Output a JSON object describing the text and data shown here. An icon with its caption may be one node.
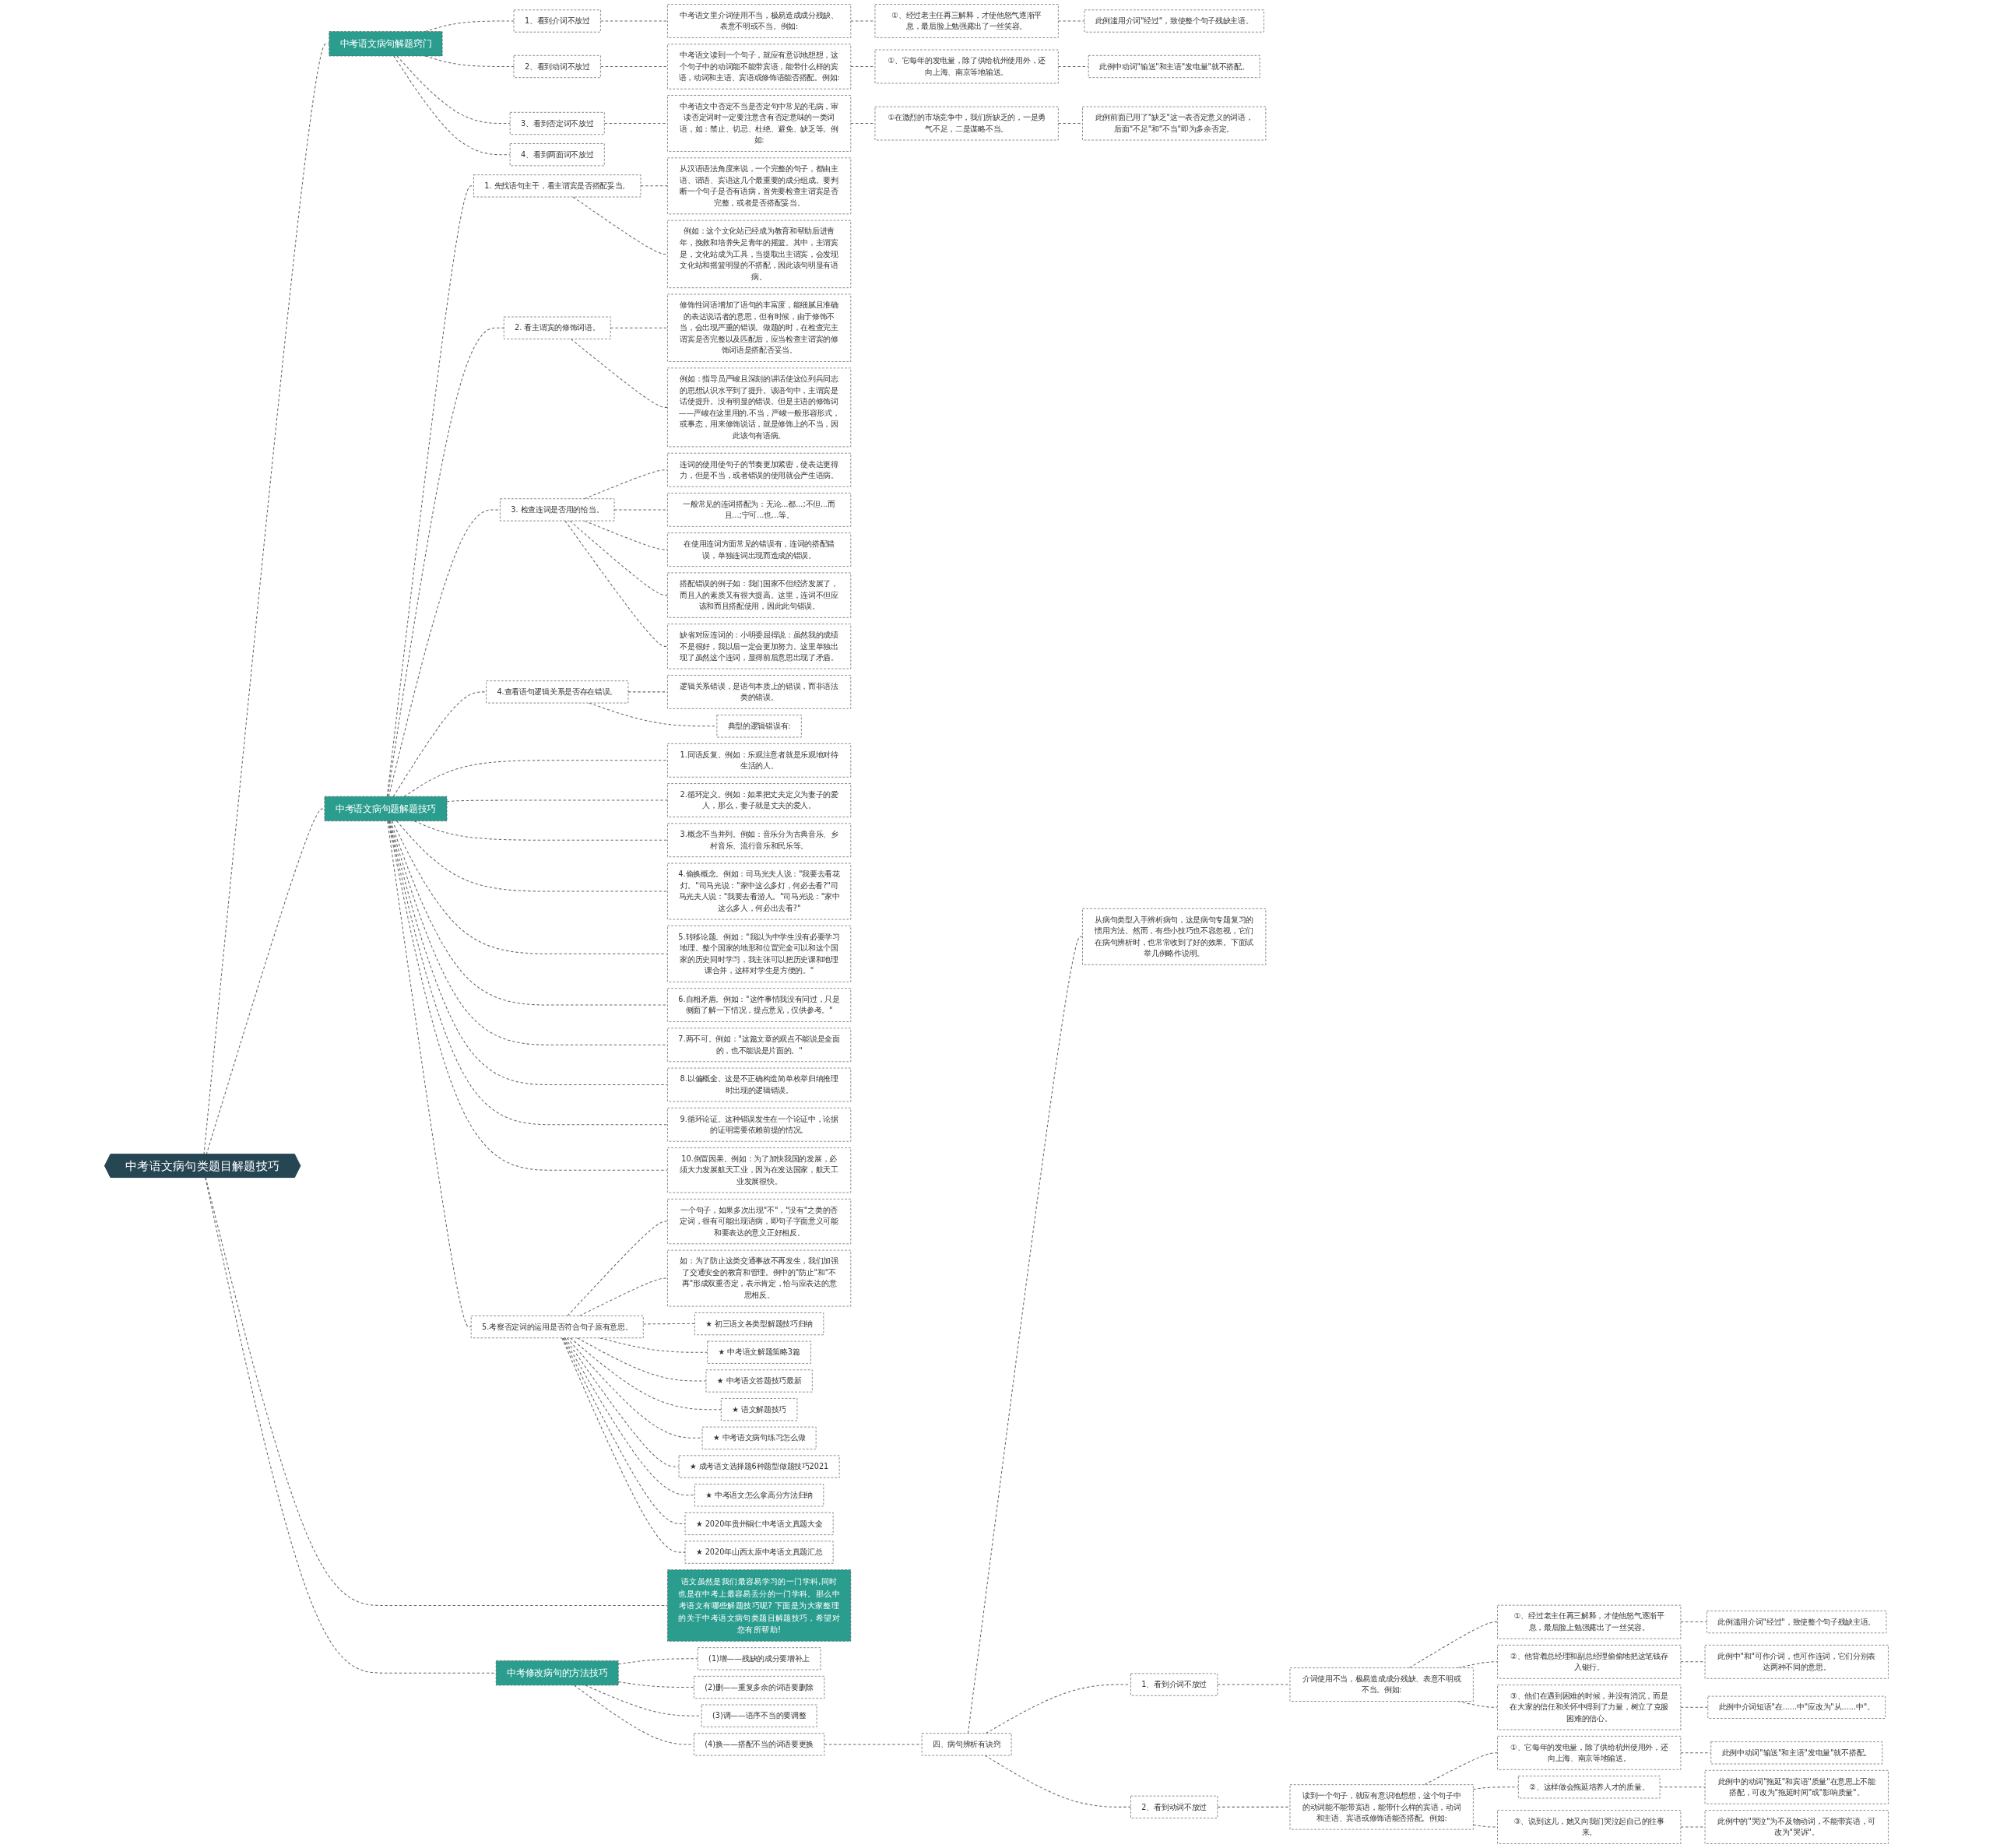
{
  "diagram": {
    "nodes": [
      {
        "text": [
          "中考语文病句类题目解题技巧"
        ]
      },
      {
        "text": [
          "中考语文病句解题窍门"
        ]
      },
      {
        "text": [
          "1、看到介词不放过"
        ]
      },
      {
        "text": [
          "中考语文里介词使用不当，极易造成成分残缺、表意不明或不当。例如:"
        ]
      },
      {
        "text": [
          "①、经过老主任再三解释，才使他怒气逐渐平息，最后脸上勉强露出了一丝笑容。"
        ]
      },
      {
        "text": [
          "此例滥用介词\"经过\"，致使整个句子残缺主语。"
        ]
      },
      {
        "text": [
          "2、看到动词不放过"
        ]
      },
      {
        "text": [
          "中考语文读到一个句子，就应有意识地想想，这个句子中的动词能不能带宾语，能带什么样的宾语，动词和主语、宾语或修饰语能否搭配。例如:"
        ]
      },
      {
        "text": [
          "①、它每年的发电量，除了供给杭州使用外，还向上海、南京等地输送。"
        ]
      },
      {
        "text": [
          "此例中动词\"输送\"和主语\"发电量\"就不搭配。"
        ]
      },
      {
        "text": [
          "3、看到否定词不放过"
        ]
      },
      {
        "text": [
          "中考语文中否定不当是否定句中常见的毛病，审读否定词时一定要注意含有否定意味的一类词语，如：禁止、切忌、杜绝、避免、缺乏等。例如:"
        ]
      },
      {
        "text": [
          "①在激烈的市场竞争中，我们所缺乏的，一是勇气不足，二是谋略不当。"
        ]
      },
      {
        "text": [
          "此例前面已用了\"缺乏\"这一表否定意义的词语，后面\"不足\"和\"不当\"即为多余否定。"
        ]
      },
      {
        "text": [
          "4、看到两面词不放过"
        ]
      },
      {
        "text": [
          "中考语文病句题解题技巧"
        ]
      },
      {
        "text": [
          "1. 先找语句主干，看主谓宾是否搭配妥当。"
        ]
      },
      {
        "text": [
          "从汉语语法角度来说，一个完整的句子，都由主语、谓语、宾语这几个最重要的成分组成。要判断一个句子是否有语病，首先要检查主谓宾是否完整，或者是否搭配妥当。"
        ]
      },
      {
        "text": [
          "例如：这个文化站已经成为教育和帮助后进青年，挽救和培养失足青年的摇篮。其中，主谓宾是，文化站成为工具，当提取出主谓宾，会发现文化站和摇篮明显的不搭配，因此该句明显有语病。"
        ]
      },
      {
        "text": [
          "2. 看主谓宾的修饰词语。"
        ]
      },
      {
        "text": [
          "修饰性词语增加了语句的丰富度，能细腻且准确的表达说话者的意思，但有时候，由于修饰不当，会出现严重的错误。做题的时，在检查完主谓宾是否完整以及匹配后，应当检查主谓宾的修饰词语是搭配否妥当。"
        ]
      },
      {
        "text": [
          "例如：指导员严峻且深刻的讲话使这位列兵同志的思想认识水平到了提升。该语句中，主谓宾是话使提升。没有明显的错误。但是主语的修饰词——严峻在这里用的.不当，严峻一般形容形式，或事态，用来修饰说话，就是修饰上的不当，因此该句有语病。"
        ]
      },
      {
        "text": [
          "3. 检查连词是否用的恰当。"
        ]
      },
      {
        "text": [
          "连词的使用使句子的节奏更加紧密，使表达更得力，但是不当，或者错误的使用就会产生语病。"
        ]
      },
      {
        "text": [
          "一般常见的连词搭配为：无论...都...;不但...而且...;宁可...也...等。"
        ]
      },
      {
        "text": [
          "在使用连词方面常见的错误有，连词的搭配错误，单独连词出现而造成的错误。"
        ]
      },
      {
        "text": [
          "搭配错误的例子如：我们国家不但经济发展了，而且人的素质又有很大提高。这里，连词不但应该和而且搭配使用，因此此句错误。"
        ]
      },
      {
        "text": [
          "缺省对应连词的：小明委屈得说：虽然我的成绩不是很好，我以后一定会更加努力。这里单独出现了虽然这个连词，显得前后意思出现了矛盾。"
        ]
      },
      {
        "text": [
          "4.查看语句逻辑关系是否存在错误。"
        ]
      },
      {
        "text": [
          "逻辑关系错误，是语句本质上的错误，而非语法类的错误。"
        ]
      },
      {
        "text": [
          "典型的逻辑错误有:"
        ]
      },
      {
        "text": [
          "1.同语反复。例如：乐观注意者就是乐观地对待生活的人。"
        ]
      },
      {
        "text": [
          "2.循环定义。例如：如果把丈夫定义为妻子的爱人，那么，妻子就是丈夫的爱人。"
        ]
      },
      {
        "text": [
          "3.概念不当并列。例如：音乐分为古典音乐、乡村音乐、流行音乐和民乐等。"
        ]
      },
      {
        "text": [
          "4.偷换概念。例如：司马光夫人说：\"我要去看花灯。\"司马光说：\"家中这么多灯，何必去看?\"司马光夫人说：\"我要去看游人。\"司马光说：\"家中这么多人，何必出去看?\""
        ]
      },
      {
        "text": [
          "5.转移论题。例如：\"我以为中学生没有必要学习地理。整个国家的地形和位置完全可以和这个国家的历史同时学习，我主张可以把历史课和地理课合并，这样对学生是方便的。\""
        ]
      },
      {
        "text": [
          "6.自相矛盾。例如：\"这件事情我没有问过，只是侧面了解一下情况，提点意见，仅供参考。\""
        ]
      },
      {
        "text": [
          "7.两不可。例如：\"这篇文章的观点不能说是全面的，也不能说是片面的。\""
        ]
      },
      {
        "text": [
          "8.以偏概全。这是不正确构造简单枚举归纳推理时出现的逻辑错误。"
        ]
      },
      {
        "text": [
          "9.循环论证。这种错误发生在一个论证中，论据的证明需要依赖前提的情况。"
        ]
      },
      {
        "text": [
          "10.倒置因果。例如：为了加快我国的发展，必须大力发展航天工业，因为在发达国家，航天工业发展很快。"
        ]
      },
      {
        "text": [
          "5.考察否定词的运用是否符合句子原有意思。"
        ]
      },
      {
        "text": [
          "一个句子，如果多次出现\"不\"，\"没有\"之类的否定词，很有可能出现语病，即句子字面意义可能和要表达的意义正好相反。"
        ]
      },
      {
        "text": [
          "如：为了防止这类交通事故不再发生，我们加强了交通安全的教育和管理。例中的\"防止\"和\"不再\"形成双重否定，表示肯定，恰与应表达的意思相反。"
        ]
      },
      {
        "text": [
          "★ 初三语文各类型解题技巧归纳"
        ]
      },
      {
        "text": [
          "★ 中考语文解题策略3篇"
        ]
      },
      {
        "text": [
          "★ 中考语文答题技巧最新"
        ]
      },
      {
        "text": [
          "★ 语文解题技巧"
        ]
      },
      {
        "text": [
          "★ 中考语文病句练习怎么做"
        ]
      },
      {
        "text": [
          "★ 成考语文选择题6种题型做题技巧2021"
        ]
      },
      {
        "text": [
          "★ 中考语文怎么拿高分方法归纳"
        ]
      },
      {
        "text": [
          "★ 2020年贵州铜仁中考语文真题大全"
        ]
      },
      {
        "text": [
          "★ 2020年山西太原中考语文真题汇总"
        ]
      },
      {
        "text": [
          "语文虽然是我们最容易学习的一门学科,同时也是在中考上最容易丢分的一门学科。那么中考语文有哪些解题技巧呢? 下面是为大家整理的关于中考语文病句类题目解题技巧，希望对您有所帮助!"
        ]
      },
      {
        "text": [
          "中考修改病句的方法技巧"
        ]
      },
      {
        "text": [
          "(1)增——残缺的成分要增补上"
        ]
      },
      {
        "text": [
          "(2)删——重复多余的词语要删除"
        ]
      },
      {
        "text": [
          "(3)调——语序不当的要调整"
        ]
      },
      {
        "text": [
          "(4)换——搭配不当的词语要更换"
        ]
      },
      {
        "text": [
          "四、病句辨析有诀窍"
        ]
      },
      {
        "text": [
          "从病句类型入手辨析病句，这是病句专题复习的惯用方法。然而，有些小技巧也不容忽视，它们在病句辨析时，也常常收到了好的效果。下面试举几例略作说明。"
        ]
      },
      {
        "text": [
          "1、看到介词不放过"
        ]
      },
      {
        "text": [
          "介词使用不当，极易造成成分残缺、表意不明或不当。例如:"
        ]
      },
      {
        "text": [
          "①、经过老主任再三解释，才使他怒气逐渐平息，最后脸上勉强露出了一丝笑容。"
        ]
      },
      {
        "text": [
          "此例滥用介词\"经过\"，致使整个句子残缺主语。"
        ]
      },
      {
        "text": [
          "②、他背着总经理和副总经理偷偷地把这笔钱存入银行。"
        ]
      },
      {
        "text": [
          "此例中\"和\"可作介词，也可作连词，它们分别表达两种不同的意思。"
        ]
      },
      {
        "text": [
          "③、他们在遇到困难的时候，并没有消沉，而是在大家的信任和关怀中得到了力量，树立了克服困难的信心。"
        ]
      },
      {
        "text": [
          "此例中介词短语\"在......中\"应改为\"从......中\"。"
        ]
      },
      {
        "text": [
          "2、看到动词不放过"
        ]
      },
      {
        "text": [
          "读到一个句子，就应有意识地想想，这个句子中的动词能不能带宾语，能带什么样的宾语，动词和主语、宾语或修饰语能否搭配。例如:"
        ]
      },
      {
        "text": [
          "①、它每年的发电量，除了供给杭州使用外，还向上海、南京等地输送。"
        ]
      },
      {
        "text": [
          "此例中动词\"输送\"和主语\"发电量\"就不搭配。"
        ]
      },
      {
        "text": [
          "②、这样做会拖延培养人才的质量。"
        ]
      },
      {
        "text": [
          "此例中的动词\"拖延\"和宾语\"质量\"在意思上不能搭配，可改为\"拖延时间\"或\"影响质量\"。"
        ]
      },
      {
        "text": [
          "③、说到这儿，她又向我们哭泣起自己的往事来。"
        ]
      },
      {
        "text": [
          "此例中的\"哭泣\"为不及物动词，不能带宾语，可改为\"哭诉\"。"
        ]
      }
    ],
    "edges": [
      {
        "from": 0,
        "to": 1,
        "arrow": "none"
      },
      {
        "from": 1,
        "to": 2,
        "arrow": "none"
      },
      {
        "from": 2,
        "to": 3,
        "arrow": "none"
      },
      {
        "from": 3,
        "to": 4,
        "arrow": "none"
      },
      {
        "from": 4,
        "to": 5,
        "arrow": "none"
      },
      {
        "from": 1,
        "to": 6,
        "arrow": "none"
      },
      {
        "from": 6,
        "to": 7,
        "arrow": "none"
      },
      {
        "from": 7,
        "to": 8,
        "arrow": "none"
      },
      {
        "from": 8,
        "to": 9,
        "arrow": "none"
      },
      {
        "from": 1,
        "to": 10,
        "arrow": "none"
      },
      {
        "from": 10,
        "to": 11,
        "arrow": "none"
      },
      {
        "from": 11,
        "to": 12,
        "arrow": "none"
      },
      {
        "from": 12,
        "to": 13,
        "arrow": "none"
      },
      {
        "from": 1,
        "to": 14,
        "arrow": "none"
      },
      {
        "from": 0,
        "to": 15,
        "arrow": "none"
      },
      {
        "from": 15,
        "to": 16,
        "arrow": "none"
      },
      {
        "from": 16,
        "to": 17,
        "arrow": "none"
      },
      {
        "from": 16,
        "to": 18,
        "arrow": "none"
      },
      {
        "from": 15,
        "to": 19,
        "arrow": "none"
      },
      {
        "from": 19,
        "to": 20,
        "arrow": "none"
      },
      {
        "from": 19,
        "to": 21,
        "arrow": "none"
      },
      {
        "from": 15,
        "to": 22,
        "arrow": "none"
      },
      {
        "from": 22,
        "to": 23,
        "arrow": "none"
      },
      {
        "from": 22,
        "to": 24,
        "arrow": "none"
      },
      {
        "from": 22,
        "to": 25,
        "arrow": "none"
      },
      {
        "from": 22,
        "to": 26,
        "arrow": "none"
      },
      {
        "from": 22,
        "to": 27,
        "arrow": "none"
      },
      {
        "from": 15,
        "to": 28,
        "arrow": "none"
      },
      {
        "from": 28,
        "to": 29,
        "arrow": "none"
      },
      {
        "from": 28,
        "to": 30,
        "arrow": "none"
      },
      {
        "from": 15,
        "to": 31,
        "arrow": "none"
      },
      {
        "from": 15,
        "to": 32,
        "arrow": "none"
      },
      {
        "from": 15,
        "to": 33,
        "arrow": "none"
      },
      {
        "from": 15,
        "to": 34,
        "arrow": "none"
      },
      {
        "from": 15,
        "to": 35,
        "arrow": "none"
      },
      {
        "from": 15,
        "to": 36,
        "arrow": "none"
      },
      {
        "from": 15,
        "to": 37,
        "arrow": "none"
      },
      {
        "from": 15,
        "to": 38,
        "arrow": "none"
      },
      {
        "from": 15,
        "to": 39,
        "arrow": "none"
      },
      {
        "from": 15,
        "to": 40,
        "arrow": "none"
      },
      {
        "from": 15,
        "to": 41,
        "arrow": "none"
      },
      {
        "from": 41,
        "to": 42,
        "arrow": "none"
      },
      {
        "from": 41,
        "to": 43,
        "arrow": "none"
      },
      {
        "from": 41,
        "to": 44,
        "arrow": "none"
      },
      {
        "from": 41,
        "to": 45,
        "arrow": "none"
      },
      {
        "from": 41,
        "to": 46,
        "arrow": "none"
      },
      {
        "from": 41,
        "to": 47,
        "arrow": "none"
      },
      {
        "from": 41,
        "to": 48,
        "arrow": "none"
      },
      {
        "from": 41,
        "to": 49,
        "arrow": "none"
      },
      {
        "from": 41,
        "to": 50,
        "arrow": "none"
      },
      {
        "from": 41,
        "to": 51,
        "arrow": "none"
      },
      {
        "from": 41,
        "to": 52,
        "arrow": "none"
      },
      {
        "from": 0,
        "to": 53,
        "arrow": "none"
      },
      {
        "from": 0,
        "to": 54,
        "arrow": "none"
      },
      {
        "from": 54,
        "to": 55,
        "arrow": "none"
      },
      {
        "from": 54,
        "to": 56,
        "arrow": "none"
      },
      {
        "from": 54,
        "to": 57,
        "arrow": "none"
      },
      {
        "from": 54,
        "to": 58,
        "arrow": "none"
      },
      {
        "from": 58,
        "to": 59,
        "arrow": "none"
      },
      {
        "from": 59,
        "to": 60,
        "arrow": "none"
      },
      {
        "from": 59,
        "to": 61,
        "arrow": "none"
      },
      {
        "from": 61,
        "to": 62,
        "arrow": "none"
      },
      {
        "from": 62,
        "to": 63,
        "arrow": "none"
      },
      {
        "from": 63,
        "to": 64,
        "arrow": "none"
      },
      {
        "from": 62,
        "to": 65,
        "arrow": "none"
      },
      {
        "from": 65,
        "to": 66,
        "arrow": "none"
      },
      {
        "from": 62,
        "to": 67,
        "arrow": "none"
      },
      {
        "from": 67,
        "to": 68,
        "arrow": "none"
      },
      {
        "from": 59,
        "to": 69,
        "arrow": "none"
      },
      {
        "from": 69,
        "to": 70,
        "arrow": "none"
      },
      {
        "from": 70,
        "to": 71,
        "arrow": "none"
      },
      {
        "from": 71,
        "to": 72,
        "arrow": "none"
      },
      {
        "from": 70,
        "to": 73,
        "arrow": "none"
      },
      {
        "from": 73,
        "to": 74,
        "arrow": "none"
      },
      {
        "from": 70,
        "to": 75,
        "arrow": "none"
      },
      {
        "from": 75,
        "to": 76,
        "arrow": "none"
      }
    ]
  }
}
